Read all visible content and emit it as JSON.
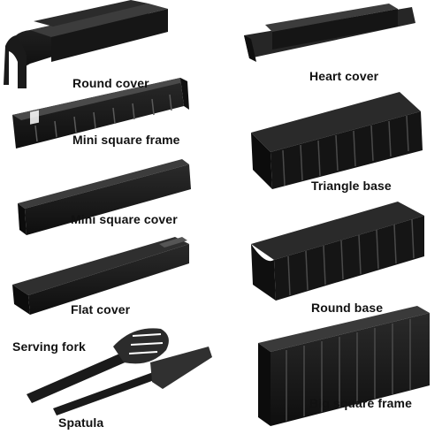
{
  "labels": {
    "round_cover": "Round cover",
    "heart_cover": "Heart cover",
    "mini_square_frame": "Mini square frame",
    "triangle_base": "Triangle base",
    "mini_square_cover": "Mini square cover",
    "flat_cover": "Flat cover",
    "round_base": "Round base",
    "serving_fork": "Serving fork",
    "spatula": "Spatula",
    "big_square_frame": "Big square frame"
  },
  "colors": {
    "plastic": "#1b1b1b",
    "plastic_light": "#3a3a3a",
    "plastic_highlight": "#5a5a5a",
    "label_text": "#111111",
    "background": "#ffffff"
  }
}
